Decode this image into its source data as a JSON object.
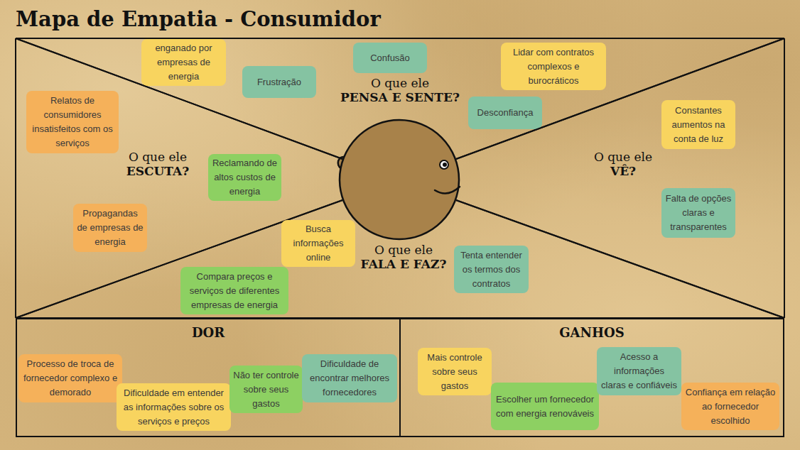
{
  "diagram": {
    "title": "Mapa de Empatia - Consumidor",
    "nodes": [
      {
        "text": [
          "O que ele",
          "PENSA E SENTE?"
        ]
      },
      {
        "text": [
          "enganado por empresas de energia"
        ],
        "in": 0
      },
      {
        "text": [
          "Confusão"
        ],
        "in": 0
      },
      {
        "text": [
          "Frustração"
        ],
        "in": 0
      },
      {
        "text": [
          "Lidar com contratos complexos e burocráticos"
        ],
        "in": 0
      },
      {
        "text": [
          "Desconfiança"
        ],
        "in": 0
      },
      {
        "text": [
          "O que ele",
          "ESCUTA?"
        ]
      },
      {
        "text": [
          "Relatos de consumidores insatisfeitos com os serviços"
        ],
        "in": 6
      },
      {
        "text": [
          "Reclamando de altos custos de energia"
        ],
        "in": 6
      },
      {
        "text": [
          "Propagandas de empresas de energia"
        ],
        "in": 6
      },
      {
        "text": [
          "O que ele",
          "VÊ?"
        ]
      },
      {
        "text": [
          "Constantes aumentos na conta de luz"
        ],
        "in": 10
      },
      {
        "text": [
          "Falta de opções claras e transparentes"
        ],
        "in": 10
      },
      {
        "text": [
          "O que ele",
          "FALA E FAZ?"
        ]
      },
      {
        "text": [
          "Busca informações online"
        ],
        "in": 13
      },
      {
        "text": [
          "Tenta entender os termos dos contratos"
        ],
        "in": 13
      },
      {
        "text": [
          "Compara preços e serviços de diferentes empresas de energia"
        ],
        "in": 13
      },
      {
        "text": [
          "DOR"
        ]
      },
      {
        "text": [
          "Processo de troca de fornecedor complexo e demorado"
        ],
        "in": 17
      },
      {
        "text": [
          "Dificuldade em entender as informações sobre os serviços e preços"
        ],
        "in": 17
      },
      {
        "text": [
          "Não ter controle sobre seus gastos"
        ],
        "in": 17
      },
      {
        "text": [
          "Dificuldade de encontrar melhores fornecedores"
        ],
        "in": 17
      },
      {
        "text": [
          "GANHOS"
        ]
      },
      {
        "text": [
          "Mais controle sobre seus gastos"
        ],
        "in": 22
      },
      {
        "text": [
          "Escolher um fornecedor com energia renováveis"
        ],
        "in": 22
      },
      {
        "text": [
          "Acesso a informações claras e confiáveis"
        ],
        "in": 22
      },
      {
        "text": [
          "Confiança em relação ao fornecedor escolhido"
        ],
        "in": 22
      }
    ]
  }
}
